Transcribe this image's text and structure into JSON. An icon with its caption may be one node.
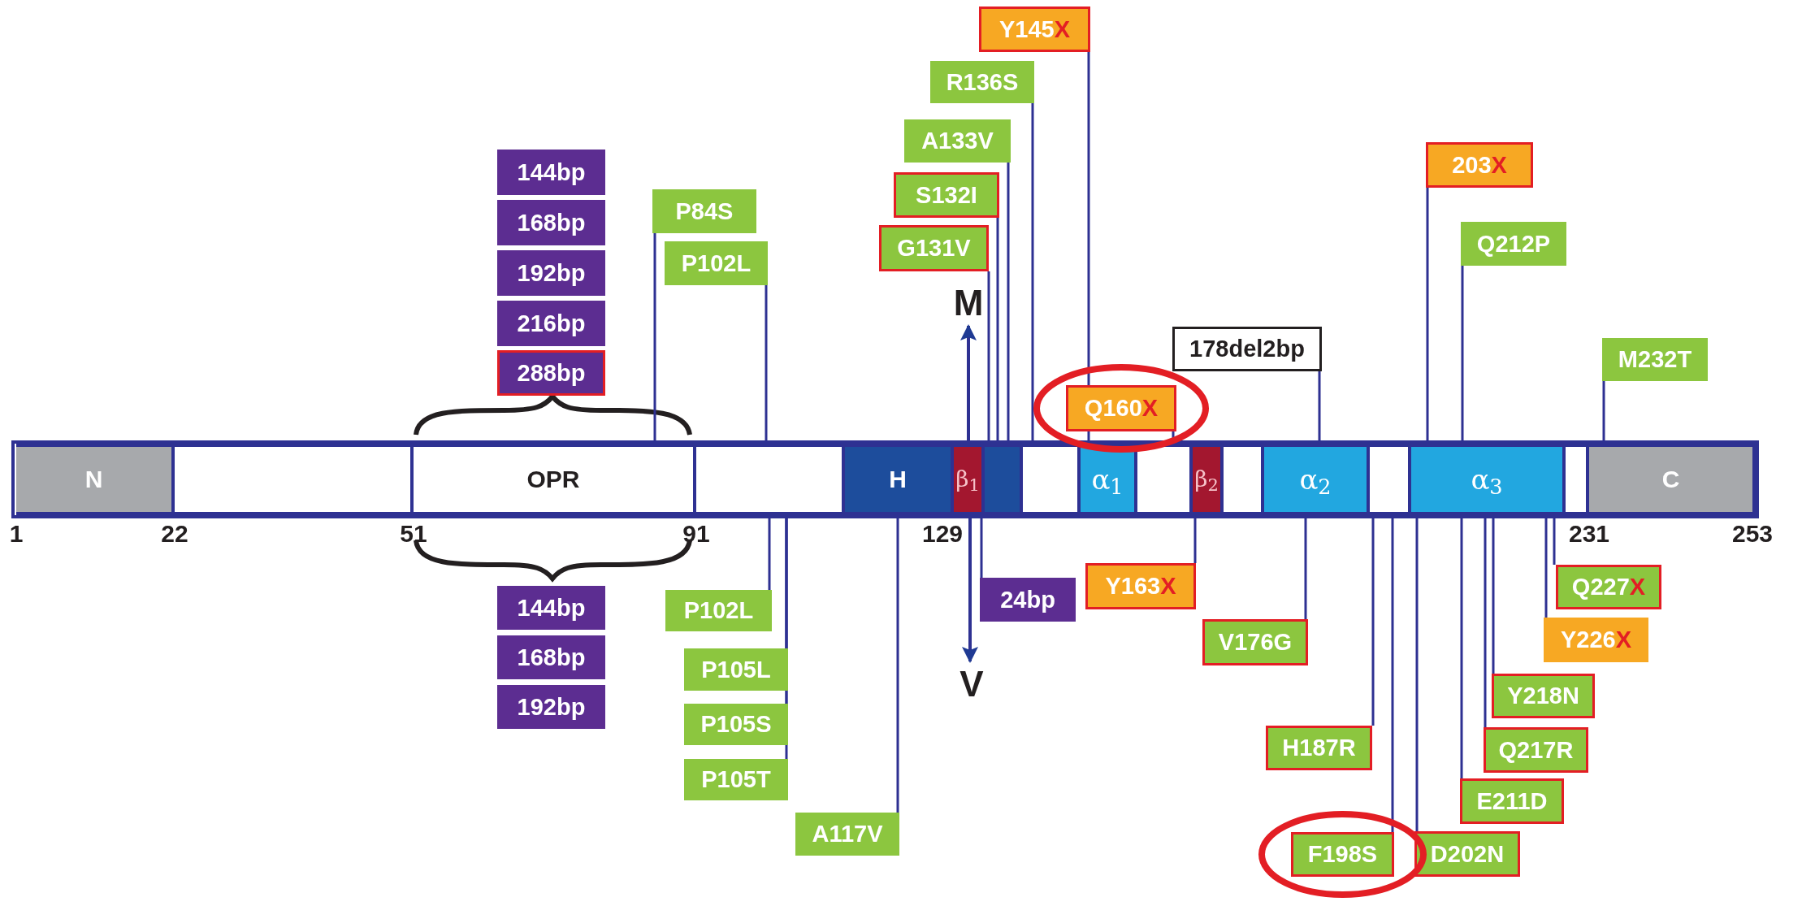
{
  "diagram": {
    "nodes": [
      {
        "text": [
          "N"
        ]
      },
      {
        "text": [],
        "shape": "box"
      },
      {
        "text": [
          "OPR"
        ]
      },
      {
        "text": [],
        "shape": "box"
      },
      {
        "text": [
          "H"
        ]
      },
      {
        "text": [
          "β$_{1}$"
        ]
      },
      {
        "text": [],
        "shape": "box"
      },
      {
        "text": [],
        "shape": "box"
      },
      {
        "text": [
          "α$_{1}$"
        ]
      },
      {
        "text": [],
        "shape": "box"
      },
      {
        "text": [
          "β$_{2}$"
        ]
      },
      {
        "text": [],
        "shape": "box"
      },
      {
        "text": [
          "α$_{2}$"
        ]
      },
      {
        "text": [],
        "shape": "box"
      },
      {
        "text": [
          "α$_{3}$"
        ]
      },
      {
        "text": [],
        "shape": "box"
      },
      {
        "text": [
          "C"
        ]
      },
      {
        "text": [
          "144bp"
        ]
      },
      {
        "text": [
          "168bp"
        ]
      },
      {
        "text": [
          "192bp"
        ]
      },
      {
        "text": [
          "216bp"
        ]
      },
      {
        "text": [
          "288bp"
        ]
      },
      {
        "text": [
          "P84S"
        ]
      },
      {
        "text": [
          "P102L"
        ]
      },
      {
        "text": [
          "G131V"
        ]
      },
      {
        "text": [
          "S132I"
        ]
      },
      {
        "text": [
          "A133V"
        ]
      },
      {
        "text": [
          "R136S"
        ]
      },
      {
        "text": [
          "Y145X"
        ]
      },
      {
        "text": [
          "Q160X"
        ]
      },
      {
        "text": [
          "178del2bp"
        ]
      },
      {
        "text": [
          "203X"
        ]
      },
      {
        "text": [
          "Q212P"
        ]
      },
      {
        "text": [
          "M232T"
        ]
      },
      {
        "text": [
          "M"
        ]
      },
      {
        "text": [
          "V"
        ]
      },
      {
        "text": [
          "144bp"
        ]
      },
      {
        "text": [
          "168bp"
        ]
      },
      {
        "text": [
          "192bp"
        ]
      },
      {
        "text": [
          "P102L"
        ]
      },
      {
        "text": [
          "P105L"
        ]
      },
      {
        "text": [
          "P105S"
        ]
      },
      {
        "text": [
          "P105T"
        ]
      },
      {
        "text": [
          "A117V"
        ]
      },
      {
        "text": [
          "24bp"
        ]
      },
      {
        "text": [
          "Y163X"
        ]
      },
      {
        "text": [
          "V176G"
        ]
      },
      {
        "text": [
          "H187R"
        ]
      },
      {
        "text": [
          "F198S"
        ]
      },
      {
        "text": [
          "D202N"
        ]
      },
      {
        "text": [
          "E211D"
        ]
      },
      {
        "text": [
          "Q217R"
        ]
      },
      {
        "text": [
          "Y218N"
        ]
      },
      {
        "text": [
          "Y226X"
        ]
      },
      {
        "text": [
          "Q227X"
        ]
      }
    ],
    "edges": [
      {
        "from": 22,
        "to": 2,
        "arrow": "none"
      },
      {
        "from": 23,
        "to": 3,
        "arrow": "none"
      },
      {
        "from": 24,
        "to": 6,
        "arrow": "none"
      },
      {
        "from": 25,
        "to": 6,
        "arrow": "none"
      },
      {
        "from": 26,
        "to": 6,
        "arrow": "none"
      },
      {
        "from": 27,
        "to": 7,
        "arrow": "none"
      },
      {
        "from": 28,
        "to": 8,
        "arrow": "none"
      },
      {
        "from": 29,
        "to": 9,
        "arrow": "none"
      },
      {
        "from": 30,
        "to": 12,
        "arrow": "none"
      },
      {
        "from": 31,
        "to": 14,
        "arrow": "none"
      },
      {
        "from": 32,
        "to": 14,
        "arrow": "none"
      },
      {
        "from": 33,
        "to": 16,
        "arrow": "none"
      },
      {
        "from": 5,
        "to": 34,
        "arrow": "to"
      },
      {
        "from": 5,
        "to": 35,
        "arrow": "to"
      },
      {
        "from": 39,
        "to": 3,
        "arrow": "none"
      },
      {
        "from": 40,
        "to": 3,
        "arrow": "none"
      },
      {
        "from": 41,
        "to": 3,
        "arrow": "none"
      },
      {
        "from": 42,
        "to": 3,
        "arrow": "none"
      },
      {
        "from": 43,
        "to": 4,
        "arrow": "none"
      },
      {
        "from": 44,
        "to": 5,
        "arrow": "none"
      },
      {
        "from": 45,
        "to": 10,
        "arrow": "none"
      },
      {
        "from": 46,
        "to": 12,
        "arrow": "none"
      },
      {
        "from": 47,
        "to": 13,
        "arrow": "none"
      },
      {
        "from": 48,
        "to": 13,
        "arrow": "none"
      },
      {
        "from": 49,
        "to": 14,
        "arrow": "none"
      },
      {
        "from": 50,
        "to": 14,
        "arrow": "none"
      },
      {
        "from": 51,
        "to": 14,
        "arrow": "none"
      },
      {
        "from": 52,
        "to": 14,
        "arrow": "none"
      },
      {
        "from": 53,
        "to": 14,
        "arrow": "none"
      },
      {
        "from": 54,
        "to": 14,
        "arrow": "none"
      }
    ],
    "labels": [
      "1",
      "22",
      "51",
      "91",
      "129",
      "231",
      "253"
    ]
  }
}
